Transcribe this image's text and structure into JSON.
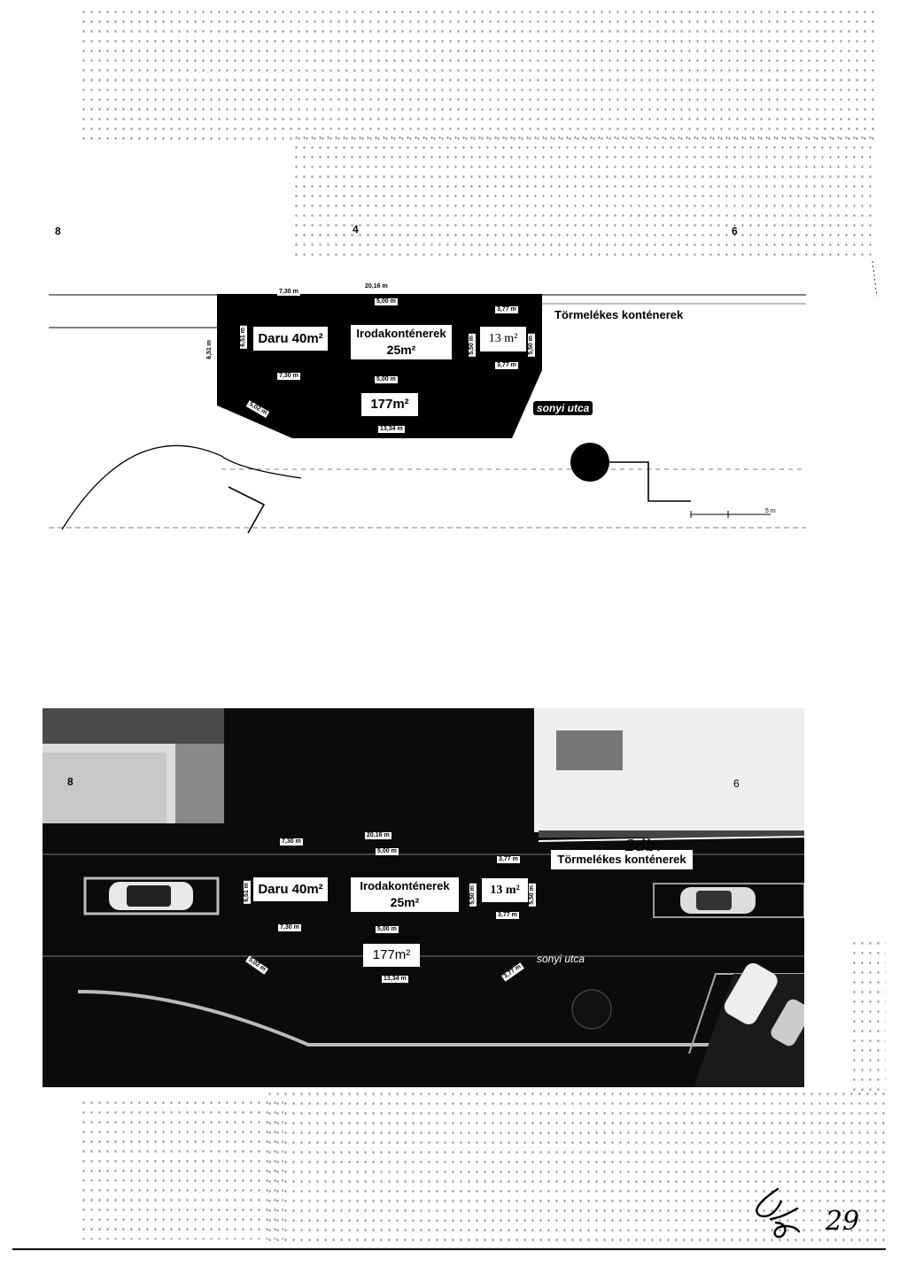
{
  "plan": {
    "points": {
      "b": "8",
      "a": "4",
      "c": "6"
    },
    "dims": {
      "top_left": "7,30 m",
      "top_total": "20,16 m",
      "top_mid": "5,00 m",
      "top_right": "3,77 m",
      "left_outer": "6,51 m",
      "left_inner": "6,51 m",
      "mid_right": "5,50 m",
      "right_inner": "5,50 m",
      "bottom_left": "7,30 m",
      "bottom_mid": "5,00 m",
      "bottom_right": "3,77 m",
      "diag_left": "5,02 m",
      "bottom_total": "13,34 m",
      "scale": "5 m"
    },
    "areas": {
      "crane": "Daru 40m²",
      "office": "Irodakonténerek",
      "office_area": "25m²",
      "small": "13 m²",
      "main": "177m²"
    },
    "debris_label": "Törmelékes konténerek",
    "street_label": "sonyi utca"
  },
  "photo": {
    "points": {
      "b": "8",
      "c": "6"
    },
    "dims": {
      "top_left": "7,30 m",
      "top_total": "20,16 m",
      "top_mid": "5,00 m",
      "top_right": "3,77 m",
      "left_inner": "6,51 m",
      "mid_right": "5,50 m",
      "right_inner": "5,50 m",
      "bottom_left": "7,30 m",
      "bottom_mid": "5,00 m",
      "bottom_right": "3,77 m",
      "diag_left": "5,02 m",
      "diag_right": "3,77 m",
      "bottom_total": "13,34 m"
    },
    "areas": {
      "crane": "Daru 40m²",
      "office": "Irodakonténerek",
      "office_area": "25m²",
      "small": "13 m²",
      "main": "177m²"
    },
    "debris_label": "Törmelékes konténerek",
    "street_label": "sonyi utca",
    "handwriting": "2db."
  },
  "page_number": "29"
}
